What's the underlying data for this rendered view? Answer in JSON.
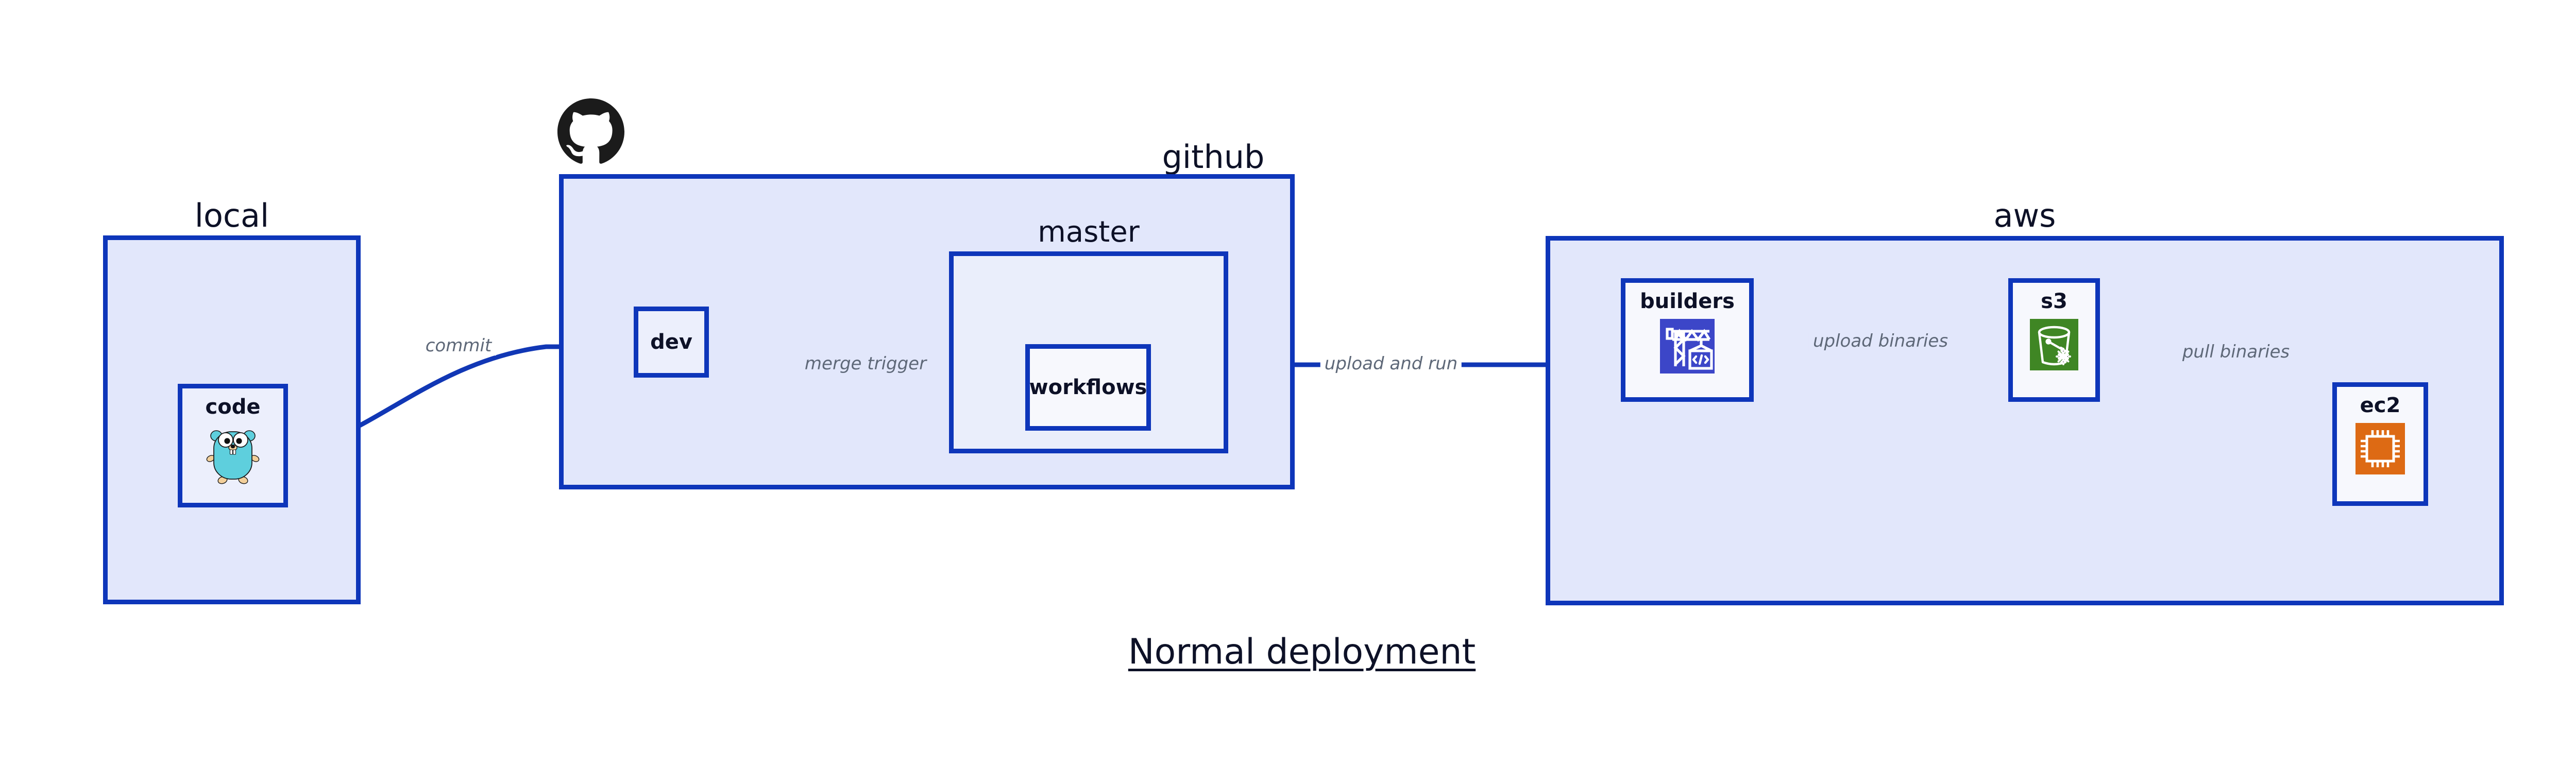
{
  "diagram": {
    "title": "Normal deployment",
    "colors": {
      "group_fill": "#e2e7fb",
      "group_stroke": "#0e36ba",
      "node_fill": "#eceffc",
      "node_fill_white": "#f7f8fd",
      "edge_stroke": "#1137b5",
      "edge_label_text": "#5e6878",
      "text": "#0d1127",
      "builders_icon_bg": "#3c46c8",
      "s3_icon_bg": "#3f8624",
      "ec2_icon_bg": "#dd6a14",
      "gopher_body": "#5ecfdd",
      "github_logo": "#1b1b1b"
    }
  },
  "groups": [
    {
      "id": "local",
      "label": "local"
    },
    {
      "id": "github",
      "label": "github"
    },
    {
      "id": "master",
      "label": "master"
    },
    {
      "id": "aws",
      "label": "aws"
    }
  ],
  "nodes": [
    {
      "id": "code",
      "label": "code",
      "icon": "go-gopher-icon"
    },
    {
      "id": "dev",
      "label": "dev",
      "icon": null
    },
    {
      "id": "workflows",
      "label": "workflows",
      "icon": null
    },
    {
      "id": "builders",
      "label": "builders",
      "icon": "aws-codebuild-crane-icon"
    },
    {
      "id": "s3",
      "label": "s3",
      "icon": "aws-s3-bucket-icon"
    },
    {
      "id": "ec2",
      "label": "ec2",
      "icon": "aws-ec2-chip-icon"
    }
  ],
  "edges": [
    {
      "id": "commit",
      "label": "commit",
      "from": "code",
      "to": "dev"
    },
    {
      "id": "merge-trigger",
      "label": "merge trigger",
      "from": "dev",
      "to": "workflows"
    },
    {
      "id": "upload-and-run",
      "label": "upload and run",
      "from": "workflows",
      "to": "builders"
    },
    {
      "id": "upload-binaries",
      "label": "upload binaries",
      "from": "builders",
      "to": "s3"
    },
    {
      "id": "pull-binaries",
      "label": "pull binaries",
      "from": "s3",
      "to": "ec2"
    }
  ],
  "logos": [
    {
      "id": "github-logo",
      "name": "github-octocat-logo"
    }
  ]
}
